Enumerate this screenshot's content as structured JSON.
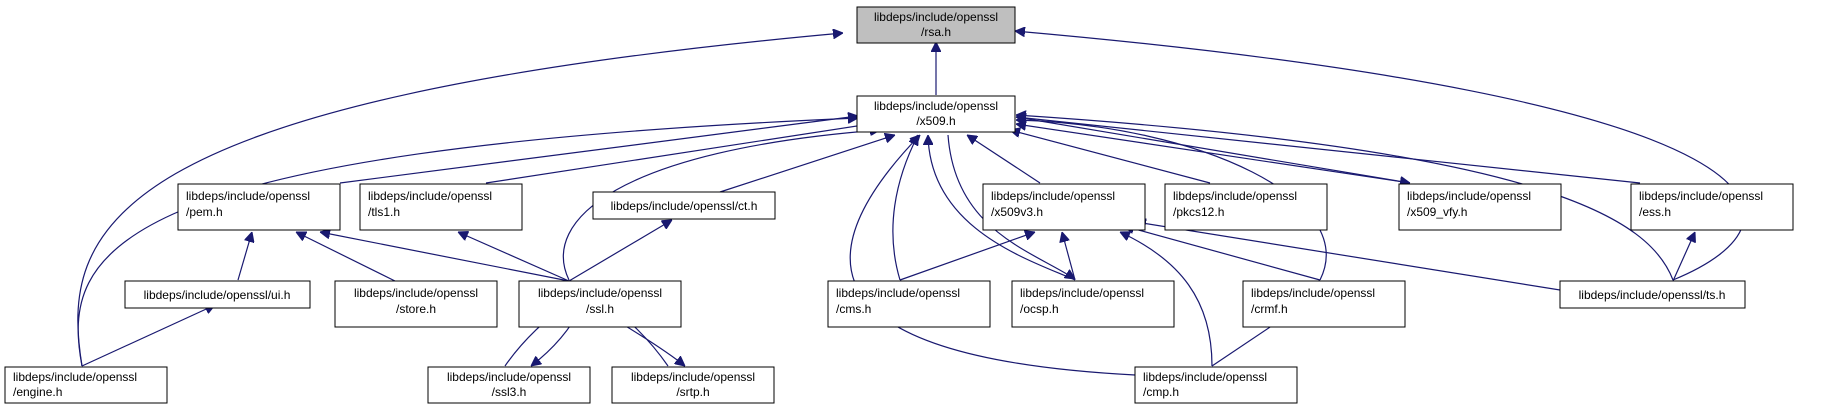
{
  "colors": {
    "edge": "#191970",
    "node_fill": "#ffffff",
    "focus_fill": "#bfbfbf",
    "node_border": "#000000"
  },
  "nodes": [
    {
      "id": "rsa",
      "lines": [
        "libdeps/include/openssl",
        "/rsa.h"
      ],
      "focus": true
    },
    {
      "id": "x509",
      "lines": [
        "libdeps/include/openssl",
        "/x509.h"
      ]
    },
    {
      "id": "pem",
      "lines": [
        "libdeps/include/openssl",
        "/pem.h"
      ]
    },
    {
      "id": "tls1",
      "lines": [
        "libdeps/include/openssl",
        "/tls1.h"
      ]
    },
    {
      "id": "ct",
      "lines": [
        "libdeps/include/openssl/ct.h"
      ]
    },
    {
      "id": "x509v3",
      "lines": [
        "libdeps/include/openssl",
        "/x509v3.h"
      ]
    },
    {
      "id": "pkcs12",
      "lines": [
        "libdeps/include/openssl",
        "/pkcs12.h"
      ]
    },
    {
      "id": "x509vfy",
      "lines": [
        "libdeps/include/openssl",
        "/x509_vfy.h"
      ]
    },
    {
      "id": "ess",
      "lines": [
        "libdeps/include/openssl",
        "/ess.h"
      ]
    },
    {
      "id": "ui",
      "lines": [
        "libdeps/include/openssl/ui.h"
      ]
    },
    {
      "id": "store",
      "lines": [
        "libdeps/include/openssl",
        "/store.h"
      ]
    },
    {
      "id": "ssl",
      "lines": [
        "libdeps/include/openssl",
        "/ssl.h"
      ]
    },
    {
      "id": "cms",
      "lines": [
        "libdeps/include/openssl",
        "/cms.h"
      ]
    },
    {
      "id": "ocsp",
      "lines": [
        "libdeps/include/openssl",
        "/ocsp.h"
      ]
    },
    {
      "id": "crmf",
      "lines": [
        "libdeps/include/openssl",
        "/crmf.h"
      ]
    },
    {
      "id": "ts",
      "lines": [
        "libdeps/include/openssl/ts.h"
      ]
    },
    {
      "id": "engine",
      "lines": [
        "libdeps/include/openssl",
        "/engine.h"
      ]
    },
    {
      "id": "ssl3",
      "lines": [
        "libdeps/include/openssl",
        "/ssl3.h"
      ]
    },
    {
      "id": "srtp",
      "lines": [
        "libdeps/include/openssl",
        "/srtp.h"
      ]
    },
    {
      "id": "cmp",
      "lines": [
        "libdeps/include/openssl",
        "/cmp.h"
      ]
    }
  ]
}
